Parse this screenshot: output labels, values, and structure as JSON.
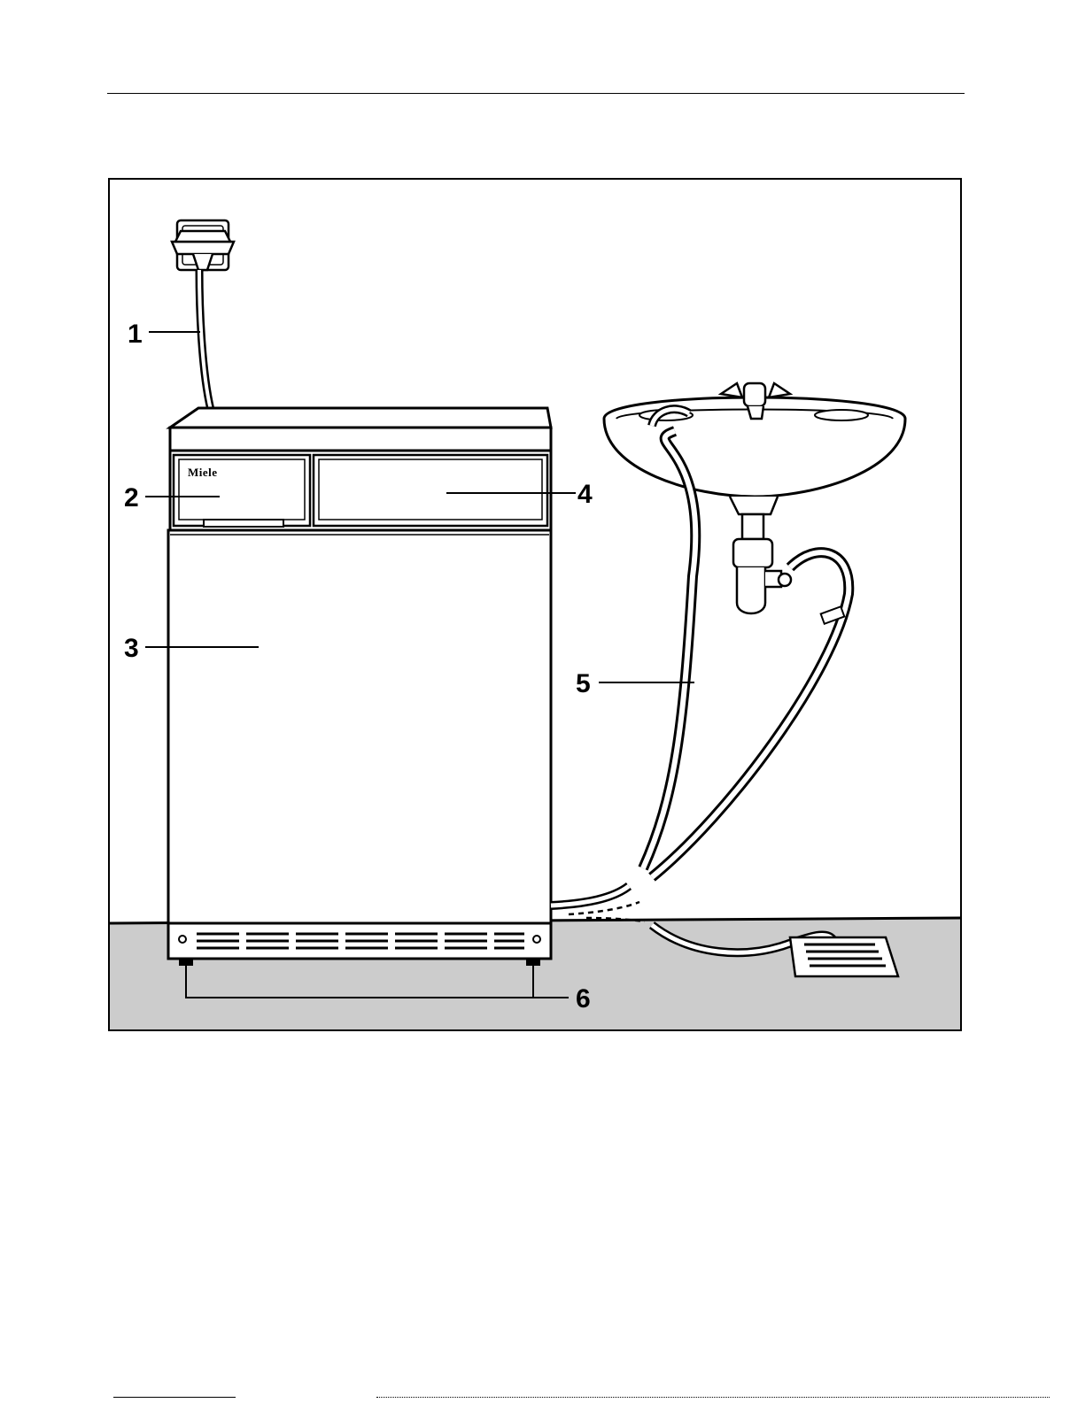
{
  "diagram": {
    "brand_label": "Miele",
    "callouts": [
      {
        "id": "1",
        "label": "1"
      },
      {
        "id": "2",
        "label": "2"
      },
      {
        "id": "3",
        "label": "3"
      },
      {
        "id": "4",
        "label": "4"
      },
      {
        "id": "5",
        "label": "5"
      },
      {
        "id": "6",
        "label": "6"
      }
    ],
    "colors": {
      "ink": "#000000",
      "floor": "#cccccc",
      "paper": "#ffffff"
    }
  }
}
